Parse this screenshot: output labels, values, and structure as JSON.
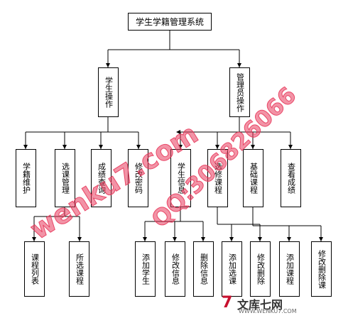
{
  "root": {
    "label": "学生学籍管理系统"
  },
  "level1": [
    {
      "id": "student",
      "label": "学生操作"
    },
    {
      "id": "admin",
      "label": "管理员操作"
    }
  ],
  "level2": [
    {
      "id": "info",
      "label": "学籍维护"
    },
    {
      "id": "course_select",
      "label": "选课管理"
    },
    {
      "id": "grade",
      "label": "成绩查询"
    },
    {
      "id": "password",
      "label": "修改密码"
    },
    {
      "id": "student_info",
      "label": "学生信息"
    },
    {
      "id": "elective",
      "label": "选修课程"
    },
    {
      "id": "basic",
      "label": "基础课程"
    },
    {
      "id": "query",
      "label": "查看成绩"
    }
  ],
  "level3": [
    {
      "id": "course_list",
      "label": "课程列表"
    },
    {
      "id": "chosen",
      "label": "所选课程"
    },
    {
      "id": "add_student",
      "label": "添加学生"
    },
    {
      "id": "edit_info",
      "label": "修改信息"
    },
    {
      "id": "delete_info",
      "label": "删除信息"
    },
    {
      "id": "add_elective",
      "label": "添加选课"
    },
    {
      "id": "edit_delete",
      "label": "修改删除"
    },
    {
      "id": "add_course",
      "label": "添加课程"
    },
    {
      "id": "edit_del_course",
      "label": "修改删除课"
    }
  ],
  "watermarks": {
    "site": "wenku7.com",
    "qq": "QQ:306826066"
  },
  "logo": {
    "mark": "7",
    "name": "文库七网",
    "url": "WWW.WENKU7.COM"
  },
  "colors": {
    "line": "#000000",
    "watermark": "#e83a5c",
    "logo_red": "#c8102e"
  }
}
